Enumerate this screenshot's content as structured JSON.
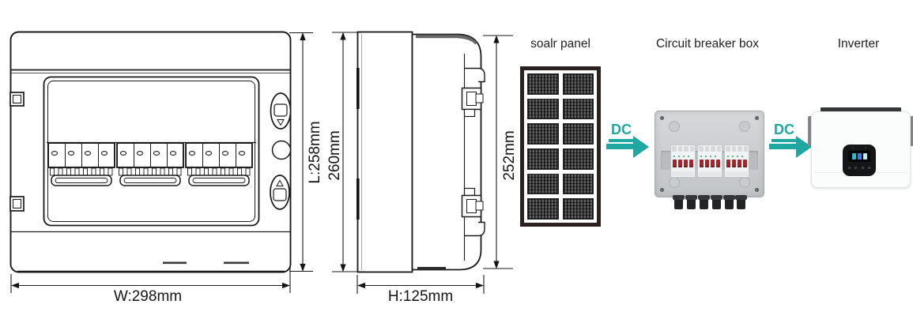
{
  "front_view": {
    "width_label": "W:298mm",
    "length_label": "L:258mm"
  },
  "side_view": {
    "outer_height_label": "260mm",
    "inner_height_label": "252mm",
    "depth_label": "H:125mm"
  },
  "flow": {
    "solar_panel_label": "soalr panel",
    "breaker_box_label": "Circuit breaker box",
    "inverter_label": "Inverter",
    "dc_arrows": [
      {
        "label": "DC"
      },
      {
        "label": "DC"
      }
    ]
  },
  "colors": {
    "accent_teal": "#1FA7A1",
    "line_color": "#1A1A1A",
    "breaker_red": "#A0272C",
    "solar_frame": "#2B211E"
  }
}
